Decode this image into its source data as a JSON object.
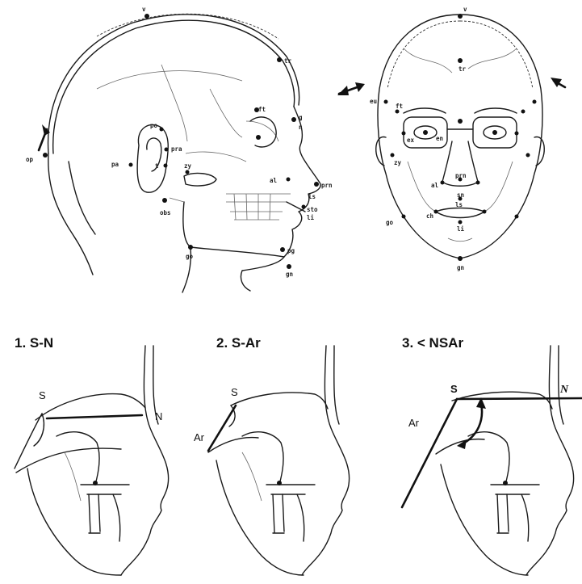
{
  "profile_landmarks": [
    "v",
    "tr",
    "op",
    "g",
    "n",
    "ft",
    "po",
    "pra",
    "zy",
    "pa",
    "obs",
    "t",
    "al",
    "prn",
    "ls",
    "sto",
    "li",
    "gn",
    "go",
    "pg"
  ],
  "frontal_landmarks": [
    "v",
    "tr",
    "eu",
    "ft",
    "en",
    "ex",
    "zy",
    "al",
    "prn",
    "sn",
    "ch",
    "ls",
    "li",
    "go",
    "gn"
  ],
  "panels": [
    {
      "title": "1. S-N",
      "labels": [
        "S",
        "N"
      ]
    },
    {
      "title": "2. S-Ar",
      "labels": [
        "S",
        "Ar"
      ]
    },
    {
      "title": "3. < NSAr",
      "labels": [
        "S",
        "Ar",
        "N"
      ]
    }
  ]
}
